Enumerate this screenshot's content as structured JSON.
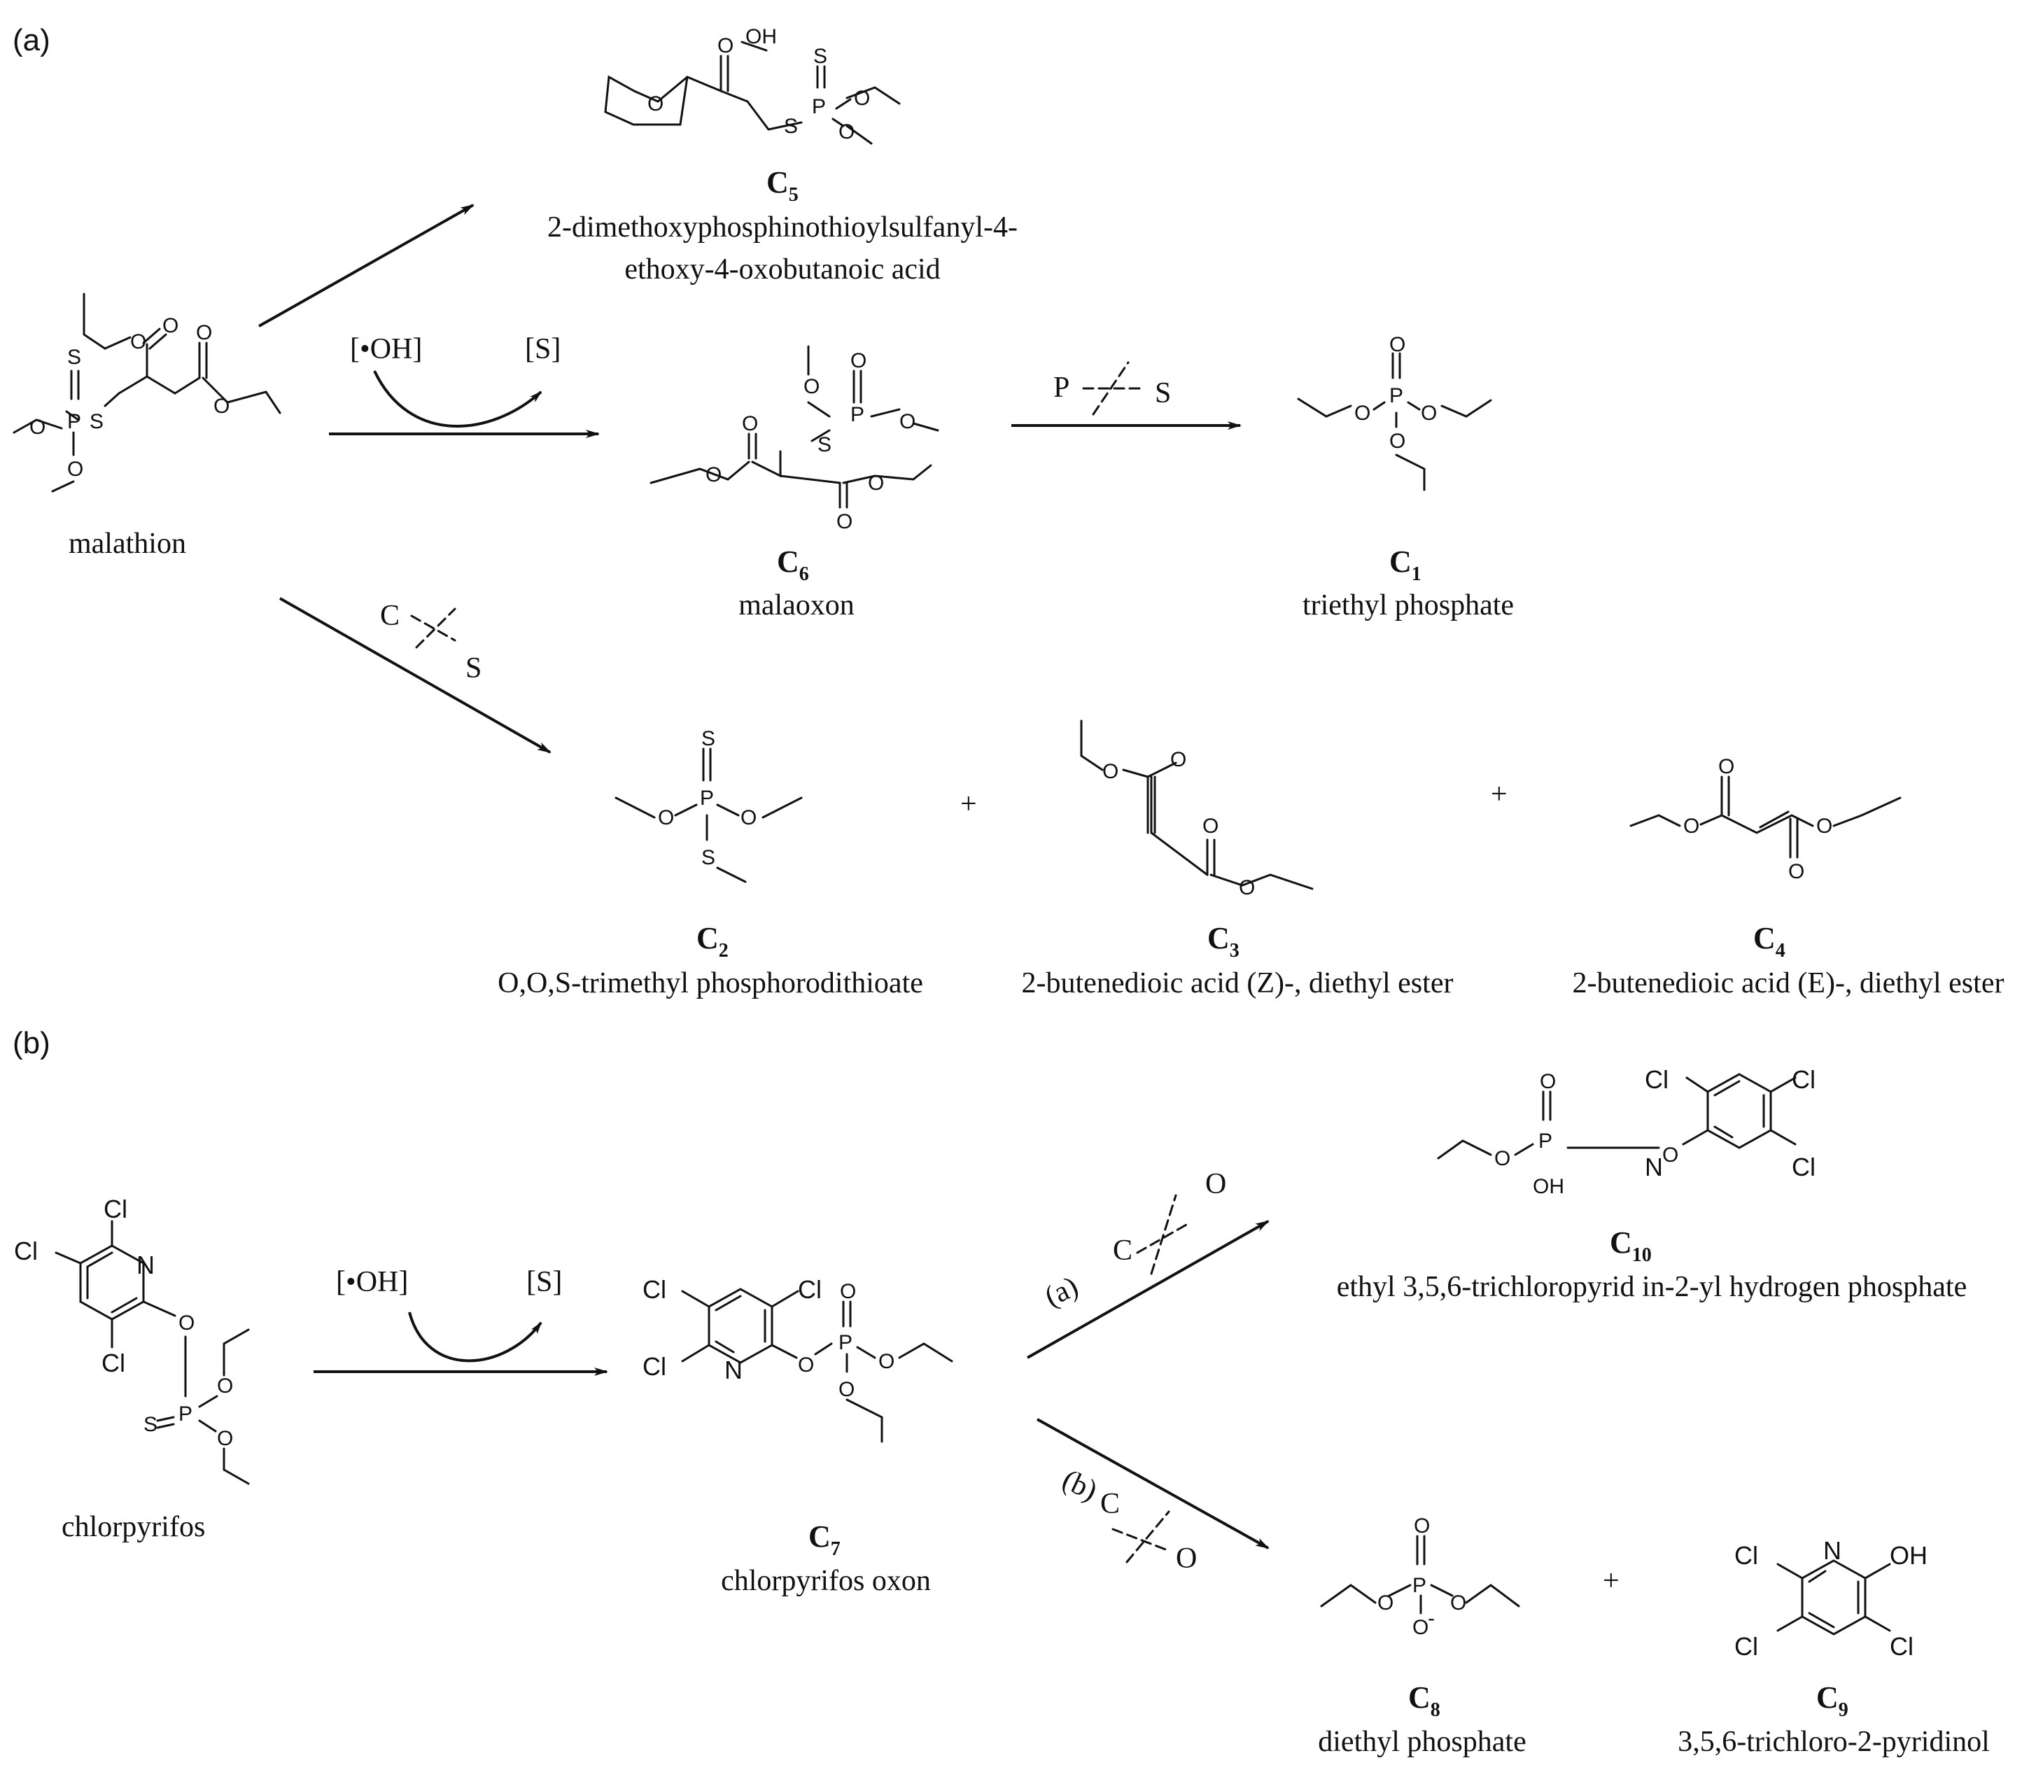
{
  "panels": {
    "a": "(a)",
    "b": "(b)"
  },
  "reagents": {
    "oh": "[•OH]",
    "s": "[S]",
    "plus": "+"
  },
  "cleavage": {
    "p": "P",
    "s": "S",
    "c": "C",
    "o": "O",
    "route_a": "(a)",
    "route_b": "(b)"
  },
  "compounds": {
    "malathion": {
      "name": "malathion"
    },
    "chlorpyrifos": {
      "name": "chlorpyrifos"
    },
    "c1": {
      "id": "C",
      "sub": "1",
      "name": "triethyl phosphate"
    },
    "c2": {
      "id": "C",
      "sub": "2",
      "name": "O,O,S-trimethyl phosphorodithioate"
    },
    "c3": {
      "id": "C",
      "sub": "3",
      "name": "2-butenedioic acid (Z)-, diethyl ester"
    },
    "c4": {
      "id": "C",
      "sub": "4",
      "name": "2-butenedioic acid (E)-, diethyl ester"
    },
    "c5": {
      "id": "C",
      "sub": "5",
      "name_line1": "2-dimethoxyphosphinothioylsulfanyl-4-",
      "name_line2": "ethoxy-4-oxobutanoic acid"
    },
    "c6": {
      "id": "C",
      "sub": "6",
      "name": "malaoxon"
    },
    "c7": {
      "id": "C",
      "sub": "7",
      "name": "chlorpyrifos oxon"
    },
    "c8": {
      "id": "C",
      "sub": "8",
      "name": "diethyl phosphate"
    },
    "c9": {
      "id": "C",
      "sub": "9",
      "name": "3,5,6-trichloro-2-pyridinol"
    },
    "c10": {
      "id": "C",
      "sub": "10",
      "name": "ethyl 3,5,6-trichloropyrid in-2-yl hydrogen phosphate"
    }
  },
  "atoms": {
    "O": "O",
    "S": "S",
    "P": "P",
    "N": "N",
    "Cl": "Cl",
    "OH": "OH",
    "Ominus": "O",
    "minus": "-",
    "H": "H"
  }
}
